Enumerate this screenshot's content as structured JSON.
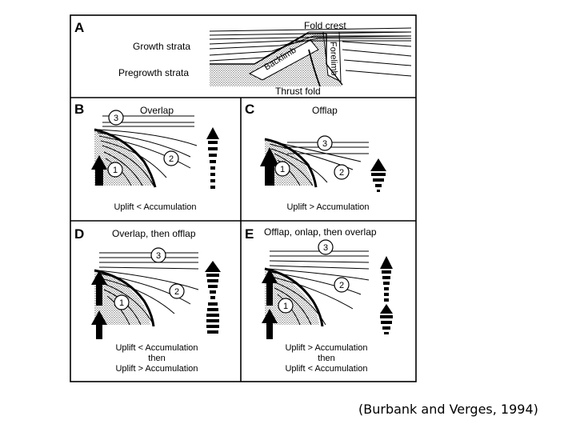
{
  "figure": {
    "panel_a": {
      "letter": "A",
      "growth_strata_label": "Growth strata",
      "pregrowth_strata_label": "Pregrowth strata",
      "fold_crest_label": "Fold crest",
      "backlimb_label": "Backlimb",
      "forelimb_label": "Forelimb",
      "thrust_fold_label": "Thrust fold"
    },
    "panels": [
      {
        "letter": "B",
        "title": "Overlap",
        "caption_lines": [
          "Uplift < Accumulation"
        ],
        "markers": [
          "3",
          "2",
          "1"
        ]
      },
      {
        "letter": "C",
        "title": "Offlap",
        "caption_lines": [
          "Uplift > Accumulation"
        ],
        "markers": [
          "3",
          "1",
          "2"
        ]
      },
      {
        "letter": "D",
        "title": "Overlap, then offlap",
        "caption_lines": [
          "Uplift < Accumulation",
          "then",
          "Uplift > Accumulation"
        ],
        "markers": [
          "3",
          "2",
          "1"
        ]
      },
      {
        "letter": "E",
        "title": "Offlap, onlap, then overlap",
        "caption_lines": [
          "Uplift > Accumulation",
          "then",
          "Uplift < Accumulation"
        ],
        "markers": [
          "3",
          "2",
          "1"
        ]
      }
    ]
  },
  "citation": "(Burbank and Verges, 1994)"
}
